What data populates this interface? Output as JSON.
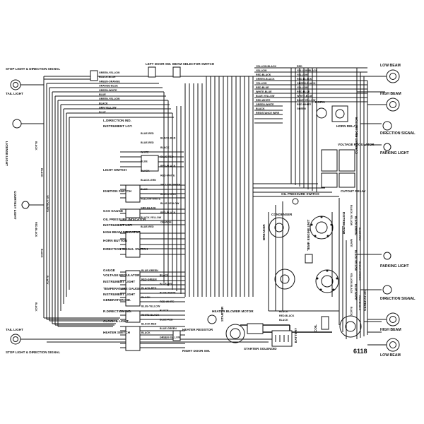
{
  "figure_number": "6118",
  "components": {
    "stop_light_direction_signal_top": "STOP LIGHT & DIRECTION SIGNAL",
    "tail_light_top": "TAIL LIGHT",
    "license_light": "LICENSE LIGHT",
    "courtesy_light_right": "COURTESY LIGHT",
    "left_door_switch": "LEFT DOOR SW.",
    "beam_selector_switch": "BEAM SELECTOR SWITCH",
    "l_direction_ind": "L.DIRECTION IND.",
    "instrument_lgt": "INSTRUMENT LGT.",
    "light_switch": "LIGHT SWITCH",
    "ignition_switch": "IGNITION SWITCH",
    "gas_gauge": "GAS GAUGE",
    "oil_pressure_indicator": "OIL PRESSURE INDICATOR",
    "instrument_lgt_2": "INSTRUMENT LGT.",
    "high_beam_indicator": "HIGH BEAM INDICATOR",
    "horn_button": "HORN BUTTON",
    "direction_signal_switch": "DIRECTION SIGNAL SWITCH",
    "gauge": "GAUGE",
    "voltage_regulator_gauge": "VOLTAGE REGULATOR",
    "instrument_light": "INSTRUMENT LIGHT",
    "temperature_gauge": "TEMPERATURE GAUGE",
    "instrument_light_2": "INSTRUMENT LIGHT",
    "generator_ind": "GENERATOR IND.",
    "r_direction_ind": "R.DIRECTION IND.",
    "clock_light": "CLOCK & LIGHT",
    "heater_switch": "HEATER SWITCH",
    "heater_resistor": "HEATER RESISTOR",
    "heater_blower_motor": "HEATER BLOWER MOTOR",
    "right_door_sw": "RIGHT DOOR SW.",
    "tail_light_bottom": "TAIL LIGHT",
    "stop_light_direction_signal_bottom": "STOP LIGHT & DIRECTION SIGNAL",
    "starter": "STARTER",
    "starter_solenoid": "STARTER SOLENOID",
    "battery": "BATTERY",
    "coil": "COIL",
    "distributor": "DISTRIBUTOR",
    "generator": "GENERATOR",
    "condenser": "CONDENSER",
    "breaker": "BREAKER",
    "temp_engine_unit": "TEMP. ENGINE UNIT",
    "oil_pressure_switch": "OIL PRESSURE SWITCH",
    "voltage_regulator": "VOLTAGE REGULATOR",
    "cutout_relay": "CUTOUT RELAY",
    "current_regulator": "CURRENT REGULATOR",
    "horn": "HORN",
    "horn_relay": "HORN RELAY",
    "low_beam_top": "LOW BEAM",
    "high_beam_top": "HIGH BEAM",
    "direction_signal_top": "DIRECTION SIGNAL",
    "parking_light_top": "PARKING LIGHT",
    "parking_light_bottom": "PARKING LIGHT",
    "direction_signal_bottom": "DIRECTION SIGNAL",
    "high_beam_bottom": "HIGH BEAM",
    "low_beam_bottom": "LOW BEAM"
  },
  "wire_labels": {
    "top_left": [
      "GREEN-YELLOW",
      "BLACK-BLUE",
      "GREEN-ORANGE",
      "ORANGE-BLUE",
      "GREEN-WHITE",
      "BLUE",
      "GREEN-YELLOW",
      "BLACK",
      "GRN-YELLOW",
      "BLUE"
    ],
    "top_right": [
      "YELLOW-BLACK",
      "YELLOW",
      "RED-BLACK",
      "GREEN-BLACK",
      "YELLOW",
      "RED-BLUE",
      "WHITE-BLUE",
      "BLUE-YELLOW",
      "RED-WHITE",
      "GREEN-WHITE",
      "BLACK",
      "RESISTANCE WIRE",
      "RED",
      "YELLOW-BLACK",
      "YELLOW",
      "RED-BLACK",
      "GREEN-BLACK",
      "YELLOW",
      "RED-BLUE",
      "WHITE-BLUE",
      "BLUE-YELLOW",
      "RED-WHITE",
      "GREEN"
    ],
    "switch_area": [
      "BLUE-RED",
      "BLACK-RED",
      "BLUE-RED",
      "BLACK",
      "WHITE",
      "BLUE-RED",
      "BLUE",
      "RED-BLACK",
      "BLACK",
      "RED-WHITE",
      "BLACK-GRN",
      "YELLOW-WHITE",
      "BLUE",
      "BLACK-GRN",
      "YELLOW-WHITE",
      "BLUE-YELLOW",
      "GRN-BLACK",
      "RED-BLACK",
      "BLACK-YELLOW",
      "ORANGE",
      "BLUE-RED"
    ],
    "gauge_area": [
      "BLUE-GREEN",
      "BLACK",
      "RED-GREEN",
      "BLUE-RED",
      "BLACK-RED",
      "BLUE-WHITE",
      "BLACK",
      "RED-WHITE",
      "BLUE-YELLOW",
      "BLACK",
      "WHITE-BLACK",
      "BLUE-RED",
      "BLACK-RED",
      "BLUE-GREEN",
      "BLACK",
      "GREEN-YELLOW"
    ],
    "left_side": [
      "BLACK",
      "BLACK",
      "YELLOW-RED",
      "RED-BLACK",
      "BLACK",
      "BLACK",
      "BLACK"
    ],
    "bottom": [
      "BLACK",
      "RED-BLACK",
      "BLACK"
    ],
    "right_side": [
      "BLACK-YELLOW",
      "BLACK-GREEN",
      "BLUE-RED",
      "WHITE",
      "BLACK-YELLOW",
      "BLACK-GREEN",
      "YELLOW-BLACK",
      "BLUE-WHITE",
      "RED-BLACK",
      "BLACK"
    ]
  }
}
